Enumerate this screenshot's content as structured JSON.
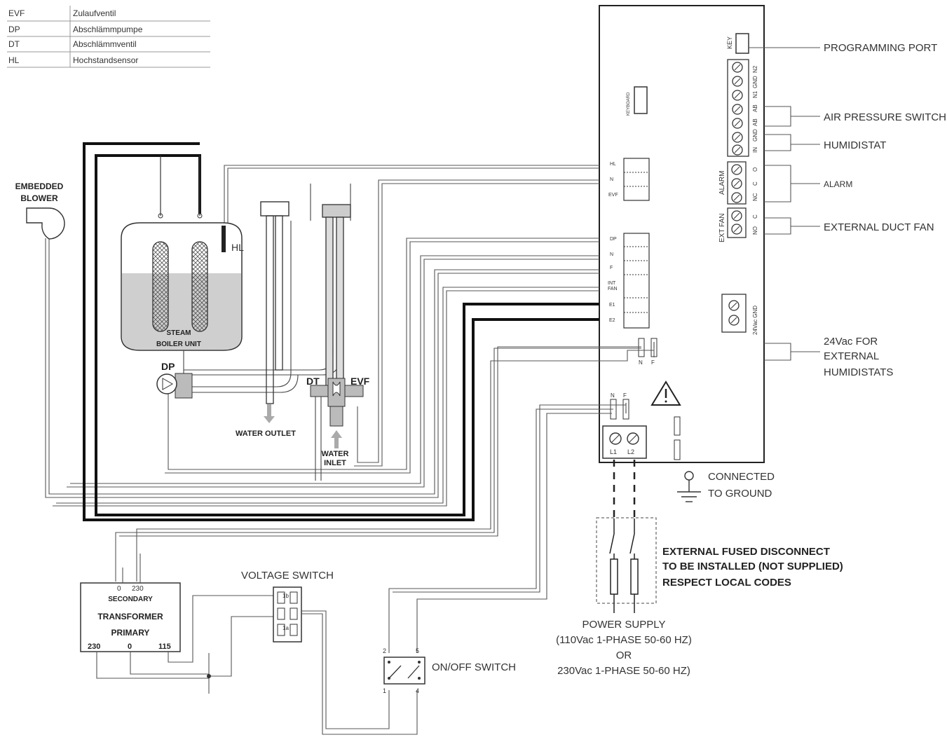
{
  "legend": [
    {
      "code": "EVF",
      "desc": "Zulaufventil"
    },
    {
      "code": "DP",
      "desc": "Abschlämmpumpe"
    },
    {
      "code": "DT",
      "desc": "Abschlämmventil"
    },
    {
      "code": "HL",
      "desc": "Hochstandsensor"
    }
  ],
  "labels": {
    "programming_port": "PROGRAMMING PORT",
    "air_pressure_switch": "AIR PRESSURE SWITCH",
    "humidistat": "HUMIDISTAT",
    "alarm": "ALARM",
    "external_duct_fan": "EXTERNAL DUCT FAN",
    "ext_humidistats_1": "24Vac FOR",
    "ext_humidistats_2": "EXTERNAL",
    "ext_humidistats_3": "HUMIDISTATS",
    "connected_ground_1": "CONNECTED",
    "connected_ground_2": "TO GROUND",
    "disconnect_1": "EXTERNAL FUSED DISCONNECT",
    "disconnect_2": "TO BE INSTALLED  (NOT SUPPLIED)",
    "disconnect_3": "RESPECT LOCAL  CODES",
    "power_supply_1": "POWER SUPPLY",
    "power_supply_2": "(110Vac 1-PHASE 50-60 HZ)",
    "power_supply_3": "OR",
    "power_supply_4": "230Vac 1-PHASE 50-60 HZ)",
    "voltage_switch": "VOLTAGE SWITCH",
    "on_off_switch": "ON/OFF SWITCH",
    "embedded_blower_1": "EMBEDDED",
    "embedded_blower_2": "BLOWER",
    "steam_1": "STEAM",
    "steam_2": "BOILER UNIT",
    "hl": "HL",
    "dp": "DP",
    "dt": "DT",
    "evf": "EVF",
    "water_outlet": "WATER OUTLET",
    "water_inlet_1": "WATER",
    "water_inlet_2": "INLET"
  },
  "board": {
    "key": "KEY",
    "keyboard": "KEYBOARD",
    "conn_top": [
      "HL",
      "N",
      "EVF"
    ],
    "conn_mid": [
      "DP",
      "N",
      "F",
      "INT",
      "FAN",
      "E1",
      "E2"
    ],
    "nf_small_n": "N",
    "nf_small_f": "F",
    "nf_power_n": "N",
    "nf_power_f": "F",
    "term_l1": "L1",
    "term_l2": "L2",
    "tb_main_labels": [
      "N2",
      "GND",
      "N1",
      "AB",
      "AB",
      "GND",
      "IN"
    ],
    "alarm_label": "ALARM",
    "alarm_pins": [
      "O",
      "C",
      "NC"
    ],
    "extfan_label": "EXT FAN",
    "extfan_pins": [
      "C",
      "NO"
    ],
    "gnd24_label": "24Vac GND"
  },
  "transformer": {
    "sec_0": "0",
    "sec_230": "230",
    "secondary": "SECONDARY",
    "transformer": "TRANSFORMER",
    "primary": "PRIMARY",
    "pri_230": "230",
    "pri_0": "0",
    "pri_115": "115"
  },
  "voltage_switch_pins": {
    "p1b": "1b",
    "p1a": "1a"
  },
  "on_off_pins": {
    "p2": "2",
    "p5": "5",
    "p1": "1",
    "p4": "4"
  }
}
